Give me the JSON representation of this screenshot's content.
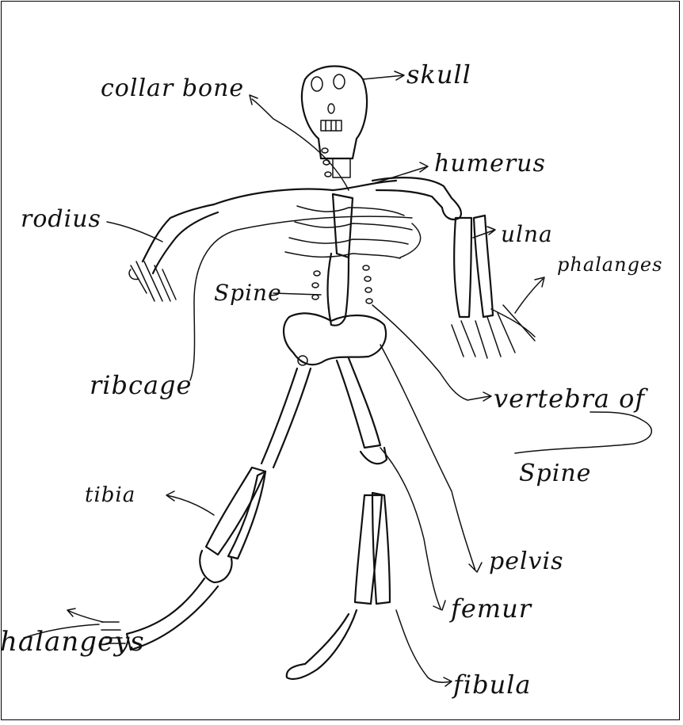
{
  "labels": {
    "skull": "skull",
    "collar_bone": "collar bone",
    "humerus": "humerus",
    "radius": "rodius",
    "ulna": "ulna",
    "phalanges_hand": "phalanges",
    "spine": "Spine",
    "ribcage": "ribcage",
    "vertebra_line1": "vertebra of",
    "vertebra_line2": "Spine",
    "tibia": "tibia",
    "pelvis": "pelvis",
    "femur": "femur",
    "phalanges_foot": "halangeys",
    "fibula": "fibula"
  }
}
